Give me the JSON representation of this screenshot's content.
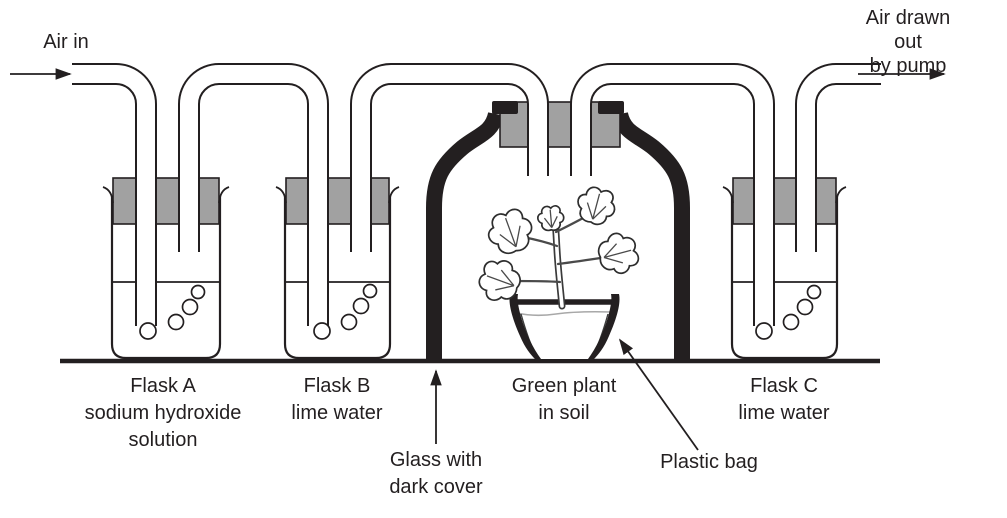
{
  "labels": {
    "air_in": "Air in",
    "air_out": "Air drawn out\nby pump",
    "flask_a": "Flask A\nsodium hydroxide\nsolution",
    "flask_b": "Flask B\nlime water",
    "green_plant": "Green plant\nin soil",
    "flask_c": "Flask C\nlime water",
    "glass_cover": "Glass with\ndark cover",
    "plastic_bag": "Plastic bag"
  },
  "colors": {
    "line": "#231f20",
    "stopper": "#a1a1a1",
    "bg": "#ffffff"
  },
  "icons": {
    "air-in-arrow": "arrow-right",
    "air-out-arrow": "arrow-right",
    "glass-cover-pointer": "arrow-up",
    "plastic-bag-pointer": "arrow-up-left"
  }
}
